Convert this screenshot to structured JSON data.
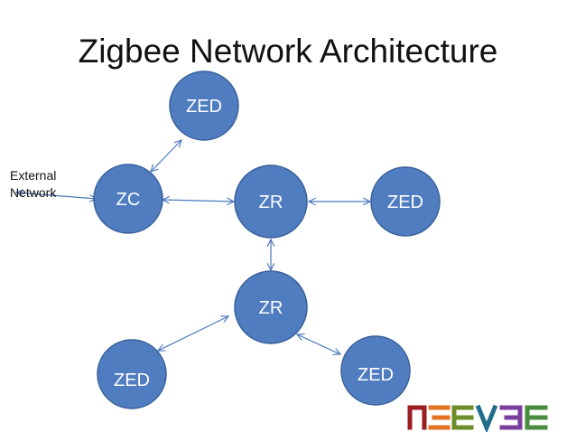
{
  "title": "Zigbee Network Architecture",
  "external": {
    "line1": "External",
    "line2": "Network"
  },
  "nodes": [
    {
      "id": "zed-top",
      "label": "ZED"
    },
    {
      "id": "zc",
      "label": "ZC"
    },
    {
      "id": "zr-center",
      "label": "ZR"
    },
    {
      "id": "zed-right",
      "label": "ZED"
    },
    {
      "id": "zr-lower",
      "label": "ZR"
    },
    {
      "id": "zed-bl",
      "label": "ZED"
    },
    {
      "id": "zed-br",
      "label": "ZED"
    }
  ],
  "colors": {
    "node_fill": "#4F7DC0",
    "node_stroke": "#3A6199",
    "link": "#4A78BC",
    "text": "#FFFFFF"
  },
  "logo": {
    "text": "NEEVEE"
  }
}
